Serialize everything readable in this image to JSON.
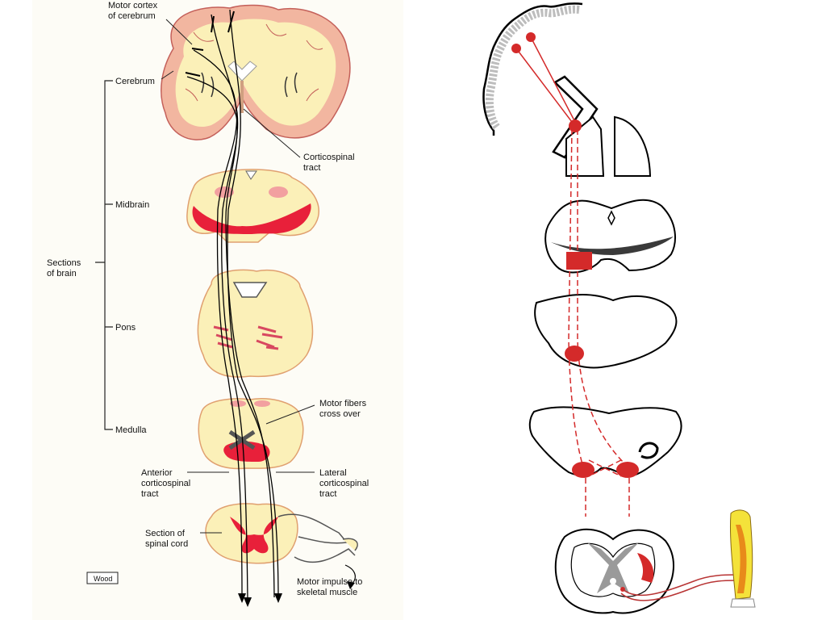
{
  "left_diagram": {
    "labels": {
      "motor_cortex": [
        "Motor cortex",
        "of cerebrum"
      ],
      "cerebrum": "Cerebrum",
      "corticospinal_tract": [
        "Corticospinal",
        "tract"
      ],
      "midbrain": "Midbrain",
      "sections_of_brain": [
        "Sections",
        "of brain"
      ],
      "pons": "Pons",
      "medulla": "Medulla",
      "motor_fibers_cross": [
        "Motor fibers",
        "cross over"
      ],
      "anterior_tract": [
        "Anterior",
        "corticospinal",
        "tract"
      ],
      "lateral_tract": [
        "Lateral",
        "corticospinal",
        "tract"
      ],
      "spinal_cord_section": [
        "Section of",
        "spinal cord"
      ],
      "motor_impulse": [
        "Motor impulse to",
        "skeletal muscle"
      ],
      "signature": "Wood"
    }
  },
  "colors": {
    "tissue": "#fbf0b8",
    "tissue_edge": "#e0a070",
    "cortex": "#f0b090",
    "tract_red": "#e8203a",
    "diagram_red": "#d42a2a"
  }
}
